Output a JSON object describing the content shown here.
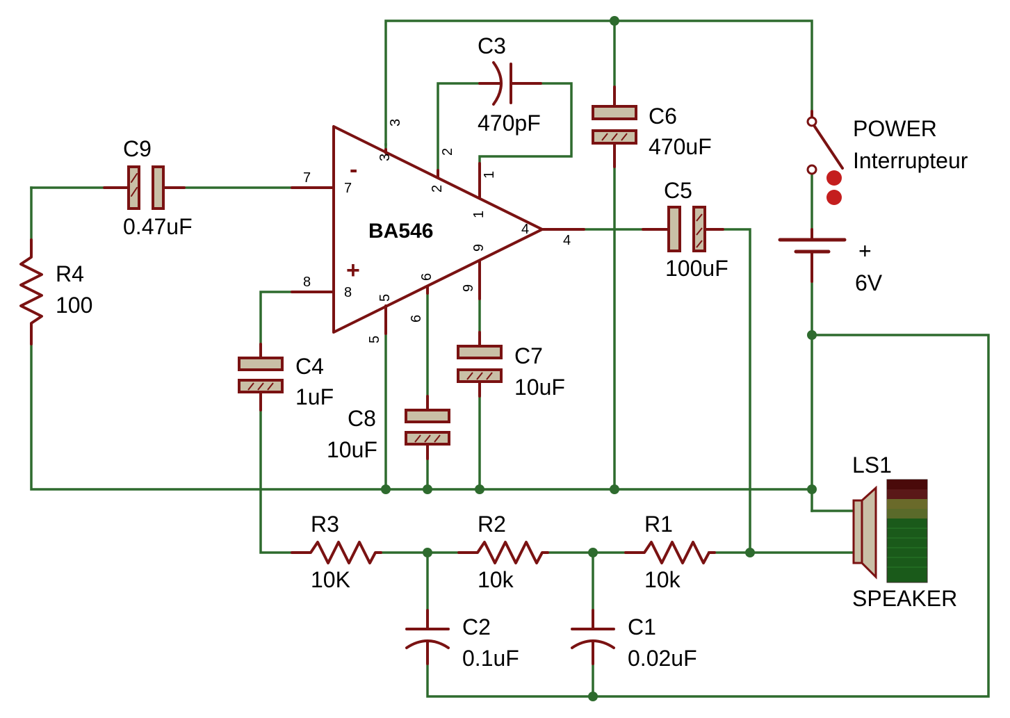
{
  "ic": {
    "name": "BA546",
    "minus": "-",
    "plus": "+",
    "pins": {
      "p1": "1",
      "p2": "2",
      "p3": "3",
      "p4": "4",
      "p5": "5",
      "p6": "6",
      "p7": "7",
      "p8": "8",
      "p9": "9"
    }
  },
  "components": {
    "c1": {
      "ref": "C1",
      "value": "0.02uF"
    },
    "c2": {
      "ref": "C2",
      "value": "0.1uF"
    },
    "c3": {
      "ref": "C3",
      "value": "470pF"
    },
    "c4": {
      "ref": "C4",
      "value": "1uF"
    },
    "c5": {
      "ref": "C5",
      "value": "100uF"
    },
    "c6": {
      "ref": "C6",
      "value": "470uF"
    },
    "c7": {
      "ref": "C7",
      "value": "10uF"
    },
    "c8": {
      "ref": "C8",
      "value": "10uF"
    },
    "c9": {
      "ref": "C9",
      "value": "0.47uF"
    },
    "r1": {
      "ref": "R1",
      "value": "10k"
    },
    "r2": {
      "ref": "R2",
      "value": "10k"
    },
    "r3": {
      "ref": "R3",
      "value": "10K"
    },
    "r4": {
      "ref": "R4",
      "value": "100"
    },
    "switch": {
      "line1": "POWER",
      "line2": "Interrupteur"
    },
    "battery": {
      "plus": "+",
      "value": "6V"
    },
    "speaker": {
      "ref": "LS1",
      "value": "SPEAKER"
    }
  },
  "colors": {
    "wire": "#2e6b2e",
    "component": "#7a1212",
    "fill": "#c9bfa6"
  }
}
